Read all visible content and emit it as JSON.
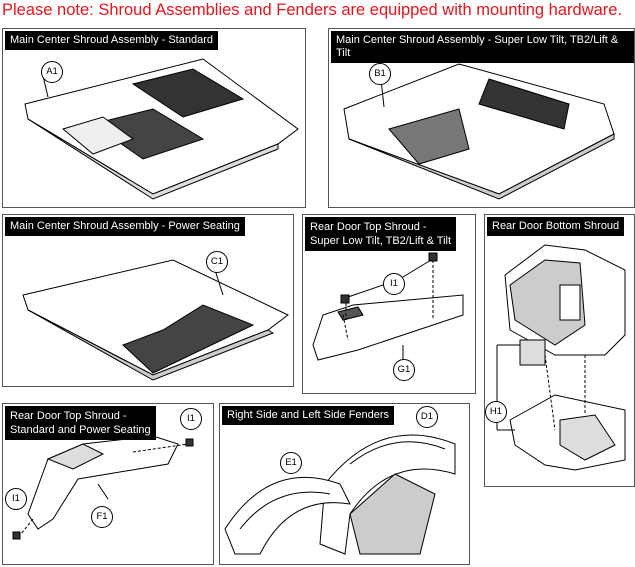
{
  "note": "Please note: Shroud Assemblies and Fenders are equipped with mounting hardware.",
  "panels": {
    "standard": {
      "title": "Main Center Shroud Assembly - Standard",
      "callouts": [
        "A1"
      ]
    },
    "super_low": {
      "title": "Main Center Shroud Assembly - Super Low Tilt, TB2/Lift & Tilt",
      "callouts": [
        "B1"
      ]
    },
    "power": {
      "title": "Main Center Shroud Assembly - Power Seating",
      "callouts": [
        "C1"
      ]
    },
    "rear_top_sl": {
      "title_1": "Rear Door Top Shroud -",
      "title_2": "Super Low Tilt, TB2/Lift & Tilt",
      "callouts": [
        "I1",
        "G1"
      ]
    },
    "rear_bottom": {
      "title": "Rear Door Bottom Shroud",
      "callouts": [
        "H1"
      ]
    },
    "rear_top_std": {
      "title_1": "Rear Door Top Shroud -",
      "title_2": "Standard and Power Seating",
      "callouts": [
        "I1",
        "F1",
        "I1"
      ]
    },
    "fenders": {
      "title": "Right Side and Left Side Fenders",
      "callouts": [
        "E1",
        "D1"
      ]
    }
  }
}
